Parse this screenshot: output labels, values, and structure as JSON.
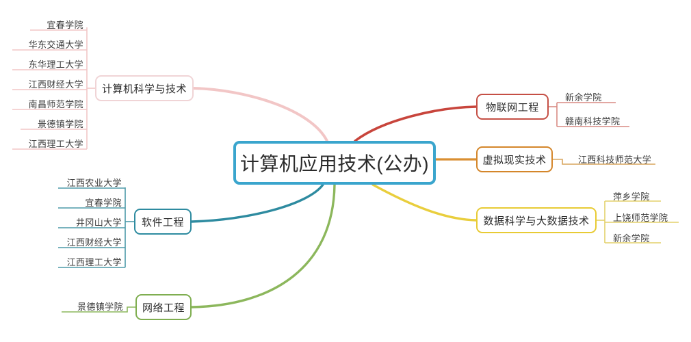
{
  "mindmap": {
    "central": {
      "label": "计算机应用技术(公办)",
      "color": "#3aa5cd"
    },
    "branches": [
      {
        "id": "computer-science",
        "label": "计算机科学与技术",
        "color": "#f0d4d6",
        "line_color": "#f2c6c6",
        "side": "left",
        "children": [
          {
            "label": "宜春学院"
          },
          {
            "label": "华东交通大学"
          },
          {
            "label": "东华理工大学"
          },
          {
            "label": "江西财经大学"
          },
          {
            "label": "南昌师范学院"
          },
          {
            "label": "景德镇学院"
          },
          {
            "label": "江西理工大学"
          }
        ]
      },
      {
        "id": "software-engineering",
        "label": "软件工程",
        "color": "#2e8ba0",
        "line_color": "#2e8ba0",
        "side": "left",
        "children": [
          {
            "label": "江西农业大学"
          },
          {
            "label": "宜春学院"
          },
          {
            "label": "井冈山大学"
          },
          {
            "label": "江西财经大学"
          },
          {
            "label": "江西理工大学"
          }
        ]
      },
      {
        "id": "network-engineering",
        "label": "网络工程",
        "color": "#7fae50",
        "line_color": "#8cb75c",
        "side": "left",
        "children": [
          {
            "label": "景德镇学院"
          }
        ]
      },
      {
        "id": "iot-engineering",
        "label": "物联网工程",
        "color": "#c54f45",
        "line_color": "#c8453c",
        "side": "right",
        "children": [
          {
            "label": "新余学院"
          },
          {
            "label": "赣南科技学院"
          }
        ]
      },
      {
        "id": "virtual-reality",
        "label": "虚拟现实技术",
        "color": "#d4862a",
        "line_color": "#d98f33",
        "side": "right",
        "children": [
          {
            "label": "江西科技师范大学"
          }
        ]
      },
      {
        "id": "data-science",
        "label": "数据科学与大数据技术",
        "color": "#e8cb34",
        "line_color": "#e9ce3d",
        "side": "right",
        "children": [
          {
            "label": "萍乡学院"
          },
          {
            "label": "上饶师范学院"
          },
          {
            "label": "新余学院"
          }
        ]
      }
    ]
  }
}
